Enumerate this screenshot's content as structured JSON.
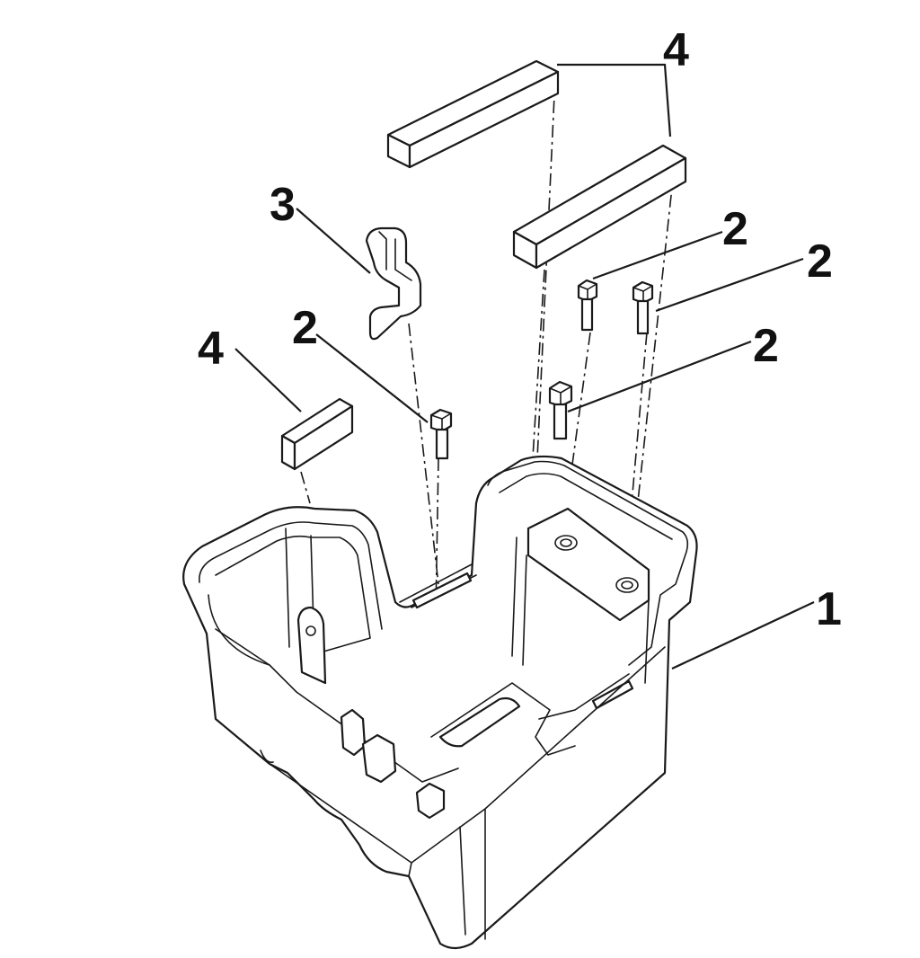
{
  "callouts": {
    "tray": "1",
    "bolt_a": "2",
    "bolt_b": "2",
    "bolt_c": "2",
    "bolt_d": "2",
    "hook_bracket": "3",
    "pads_top": "4",
    "pad_small": "4"
  },
  "colors": {
    "line": "#1a1a1a",
    "background": "#ffffff"
  }
}
